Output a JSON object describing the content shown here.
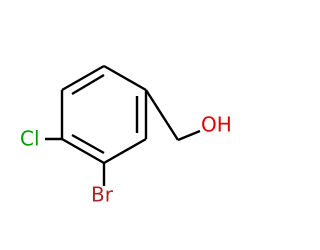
{
  "molecule": {
    "atoms": {
      "cl": {
        "label": "Cl",
        "color": "#00a000"
      },
      "br": {
        "label": "Br",
        "color": "#a52a2a"
      },
      "oh": {
        "label": "OH",
        "color": "#e00000"
      }
    },
    "bond_color": "#000000"
  }
}
